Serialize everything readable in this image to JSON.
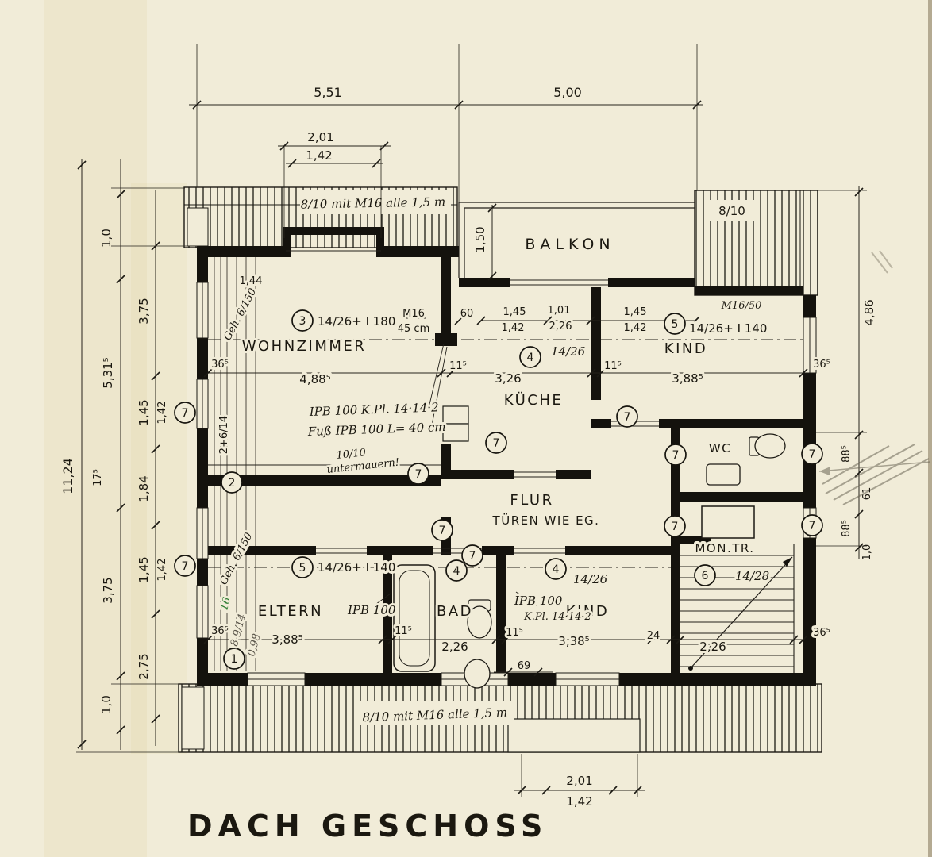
{
  "title": "DACH GESCHOSS",
  "rooms": {
    "balkon": "BALKON",
    "wohnzimmer": "WOHNZIMMER",
    "kueche": "KÜCHE",
    "kind_top": "KIND",
    "wc": "WC",
    "flur": "FLUR",
    "flur_note": "TÜREN WIE EG.",
    "montr": "MON.TR.",
    "eltern": "ELTERN",
    "bad": "BAD",
    "kind_bottom": "KIND"
  },
  "markers": {
    "pos1": "1",
    "pos2": "2",
    "pos3": "3",
    "pos4": "4",
    "pos5": "5",
    "pos6": "6",
    "pos7": "7"
  },
  "notes": {
    "anchor_top": "8/10 mit M16 alle 1,5 m",
    "anchor_bottom": "8/10 mit M16 alle 1,5 m",
    "anchor_right": "8/10",
    "beam3": "14/26+ I 180",
    "beam5_top": "14/26+ I 140",
    "beam5_bottom": "14/26+ I 140",
    "beam4_top": "14/26",
    "beam4_bottom": "14/26",
    "beam6": "14/28",
    "m16": "M16",
    "m16_len": "45 cm",
    "m16_50": "M16/50",
    "ipb1": "IPB 100 K.Pl. 14·14·2",
    "ipb2": "Fuß IPB 100 L= 40 cm",
    "ipb_bad": "IPB 100",
    "ipb_kind_a": "IPB 100",
    "ipb_kind_b": "K.Pl. 14·14·2",
    "under1": "10/10",
    "under2": "untermauern!",
    "geh_top": "Geh. 6/150",
    "geh_bottom": "Geh. 6/150",
    "joists": "2+6/14",
    "green_a": "16",
    "pencil_a": "8 9/14",
    "pencil_b": "0,98"
  },
  "dims": {
    "top": {
      "a": "5,51",
      "b": "5,00",
      "c": "2,01",
      "d": "1,42"
    },
    "bottom": {
      "a": "2,01",
      "b": "1,42"
    },
    "left": {
      "a": "1,0",
      "b": "3,75",
      "c": "5,31⁵",
      "d": "1,45",
      "e": "1,42",
      "f": "11,24",
      "g": "17⁵",
      "h": "1,84",
      "i": "3,75",
      "j": "1,45",
      "k": "1,42",
      "l": "2,75",
      "m": "1,0"
    },
    "right": {
      "a": "4,86",
      "b": "88⁵",
      "c": "61",
      "d": "88⁵",
      "e": "1,0"
    },
    "balkon": {
      "depth": "1,50"
    },
    "opening": {
      "a": "1,45",
      "b": "1,01",
      "c": "1,45",
      "d": "1,42",
      "e": "2,26",
      "f": "1,42",
      "g": "60"
    },
    "row_mid": {
      "a": "36⁵",
      "b": "4,88⁵",
      "c": "11⁵",
      "d": "3,26",
      "e": "11⁵",
      "f": "3,88⁵",
      "g": "36⁵"
    },
    "row_bottom": {
      "a": "36⁵",
      "b": "3,88⁵",
      "c": "11⁵",
      "d": "2,26",
      "e": "11⁵",
      "f": "3,38⁵",
      "g": "24",
      "h": "2,26",
      "i": "36⁵"
    },
    "door": {
      "a": "69"
    },
    "misc": {
      "a": "1,44"
    }
  }
}
